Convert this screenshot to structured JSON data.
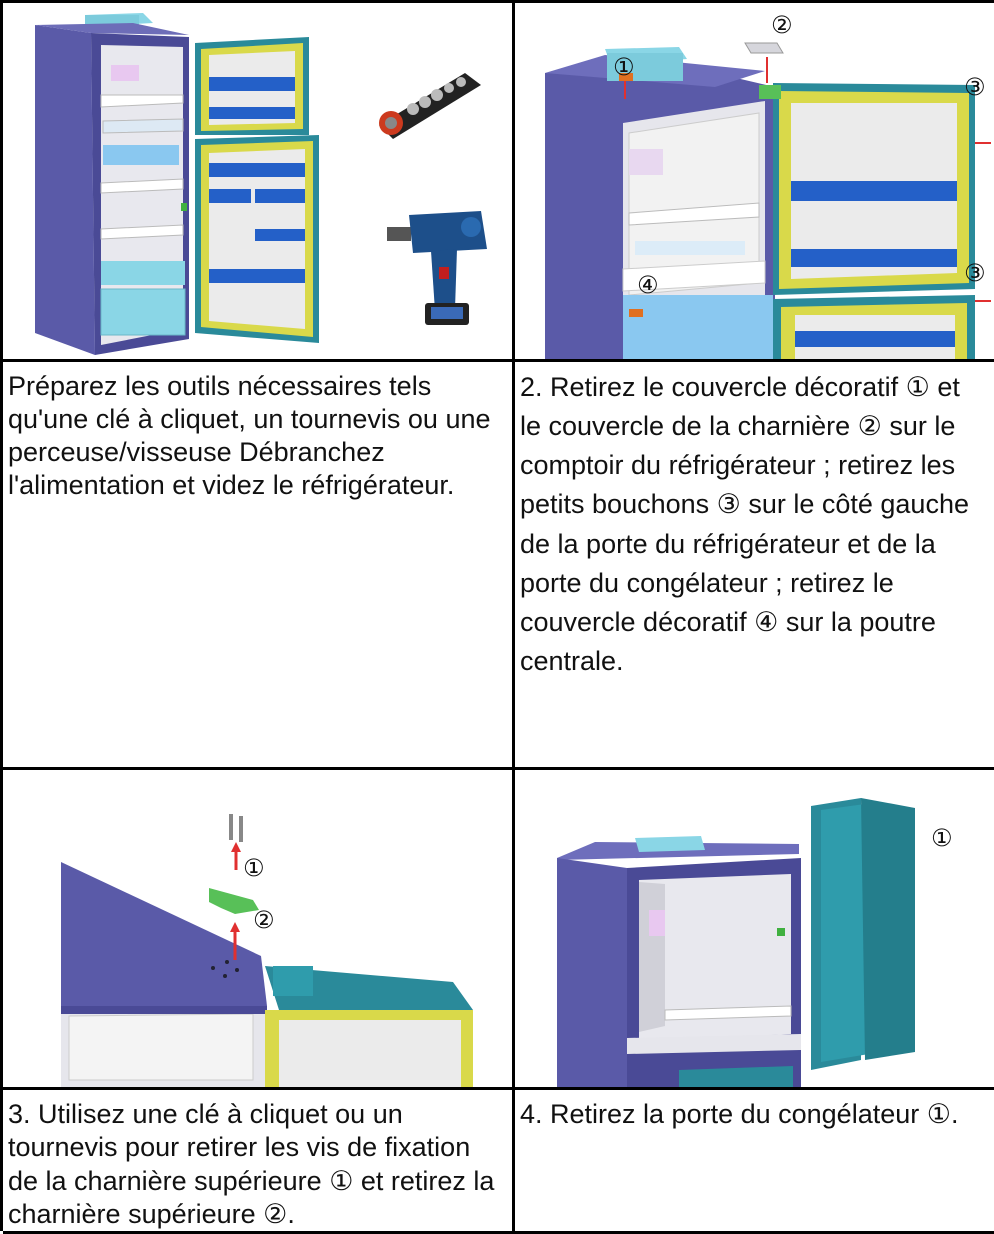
{
  "steps": [
    {
      "text": "Préparez les outils nécessaires tels qu'une clé à cliquet, un tournevis ou une perceuse/visseuse Débranchez l'alimentation et videz le réfrigérateur."
    },
    {
      "text": "2. Retirez le couvercle décoratif ① et le couvercle de la charnière ② sur le comptoir du réfrigérateur ; retirez les petits bouchons ③ sur le côté gauche de la porte du réfrigérateur et de la porte du congélateur ; retirez le couvercle décoratif ④ sur la poutre centrale."
    },
    {
      "text": "3. Utilisez une clé à cliquet ou un tournevis pour retirer les vis de fixation de la charnière supérieure ① et retirez la charnière supérieure ②."
    },
    {
      "text": "4. Retirez la porte du congélateur ①."
    }
  ],
  "callouts": {
    "one": "①",
    "two": "②",
    "three": "③",
    "four": "④"
  },
  "colors": {
    "cabinet": "#5a5aa8",
    "cabinet_dark": "#3d3d86",
    "door_teal": "#2a8a9a",
    "door_yellow": "#d9d94a",
    "shelf_blue": "#2460c8",
    "light_blue": "#8ad6e6",
    "hinge_green": "#58c058",
    "arrow_red": "#e03030"
  }
}
